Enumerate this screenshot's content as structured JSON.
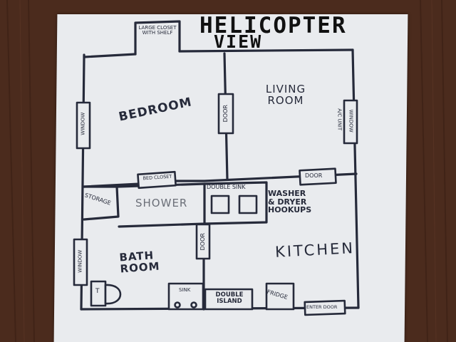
{
  "title": {
    "line1": "HELICOPTER",
    "line2": "VIEW"
  },
  "rooms": {
    "large_closet": "LARGE CLOSET WITH SHELF",
    "bedroom": "BEDROOM",
    "living_room": "LIVING ROOM",
    "bed_closet": "BED CLOSET",
    "storage": "STORAGE",
    "shower": "SHOWER",
    "double_sink": "DOUBLE SINK",
    "washer_dryer": "WASHER & DRYER HOOKUPS",
    "bath_room": "BATH ROOM",
    "kitchen": "KITCHEN",
    "sink": "SINK",
    "double_island": "DOUBLE ISLAND",
    "fridge": "FRIDGE",
    "enter_door": "ENTER DOOR"
  },
  "fixtures": {
    "window_left_bedroom": "WINDOW",
    "window_right": "WINDOW",
    "door_bedroom_living": "DOOR",
    "door_living_kitchen": "DOOR",
    "door_bath_kitchen": "DOOR",
    "window_bath": "WINDOW",
    "window_unit": "A/C UNIT",
    "toilet": "T"
  },
  "colors": {
    "ink": "#262a3a",
    "paper": "#e9ebee",
    "table": "#4a2a1c"
  }
}
